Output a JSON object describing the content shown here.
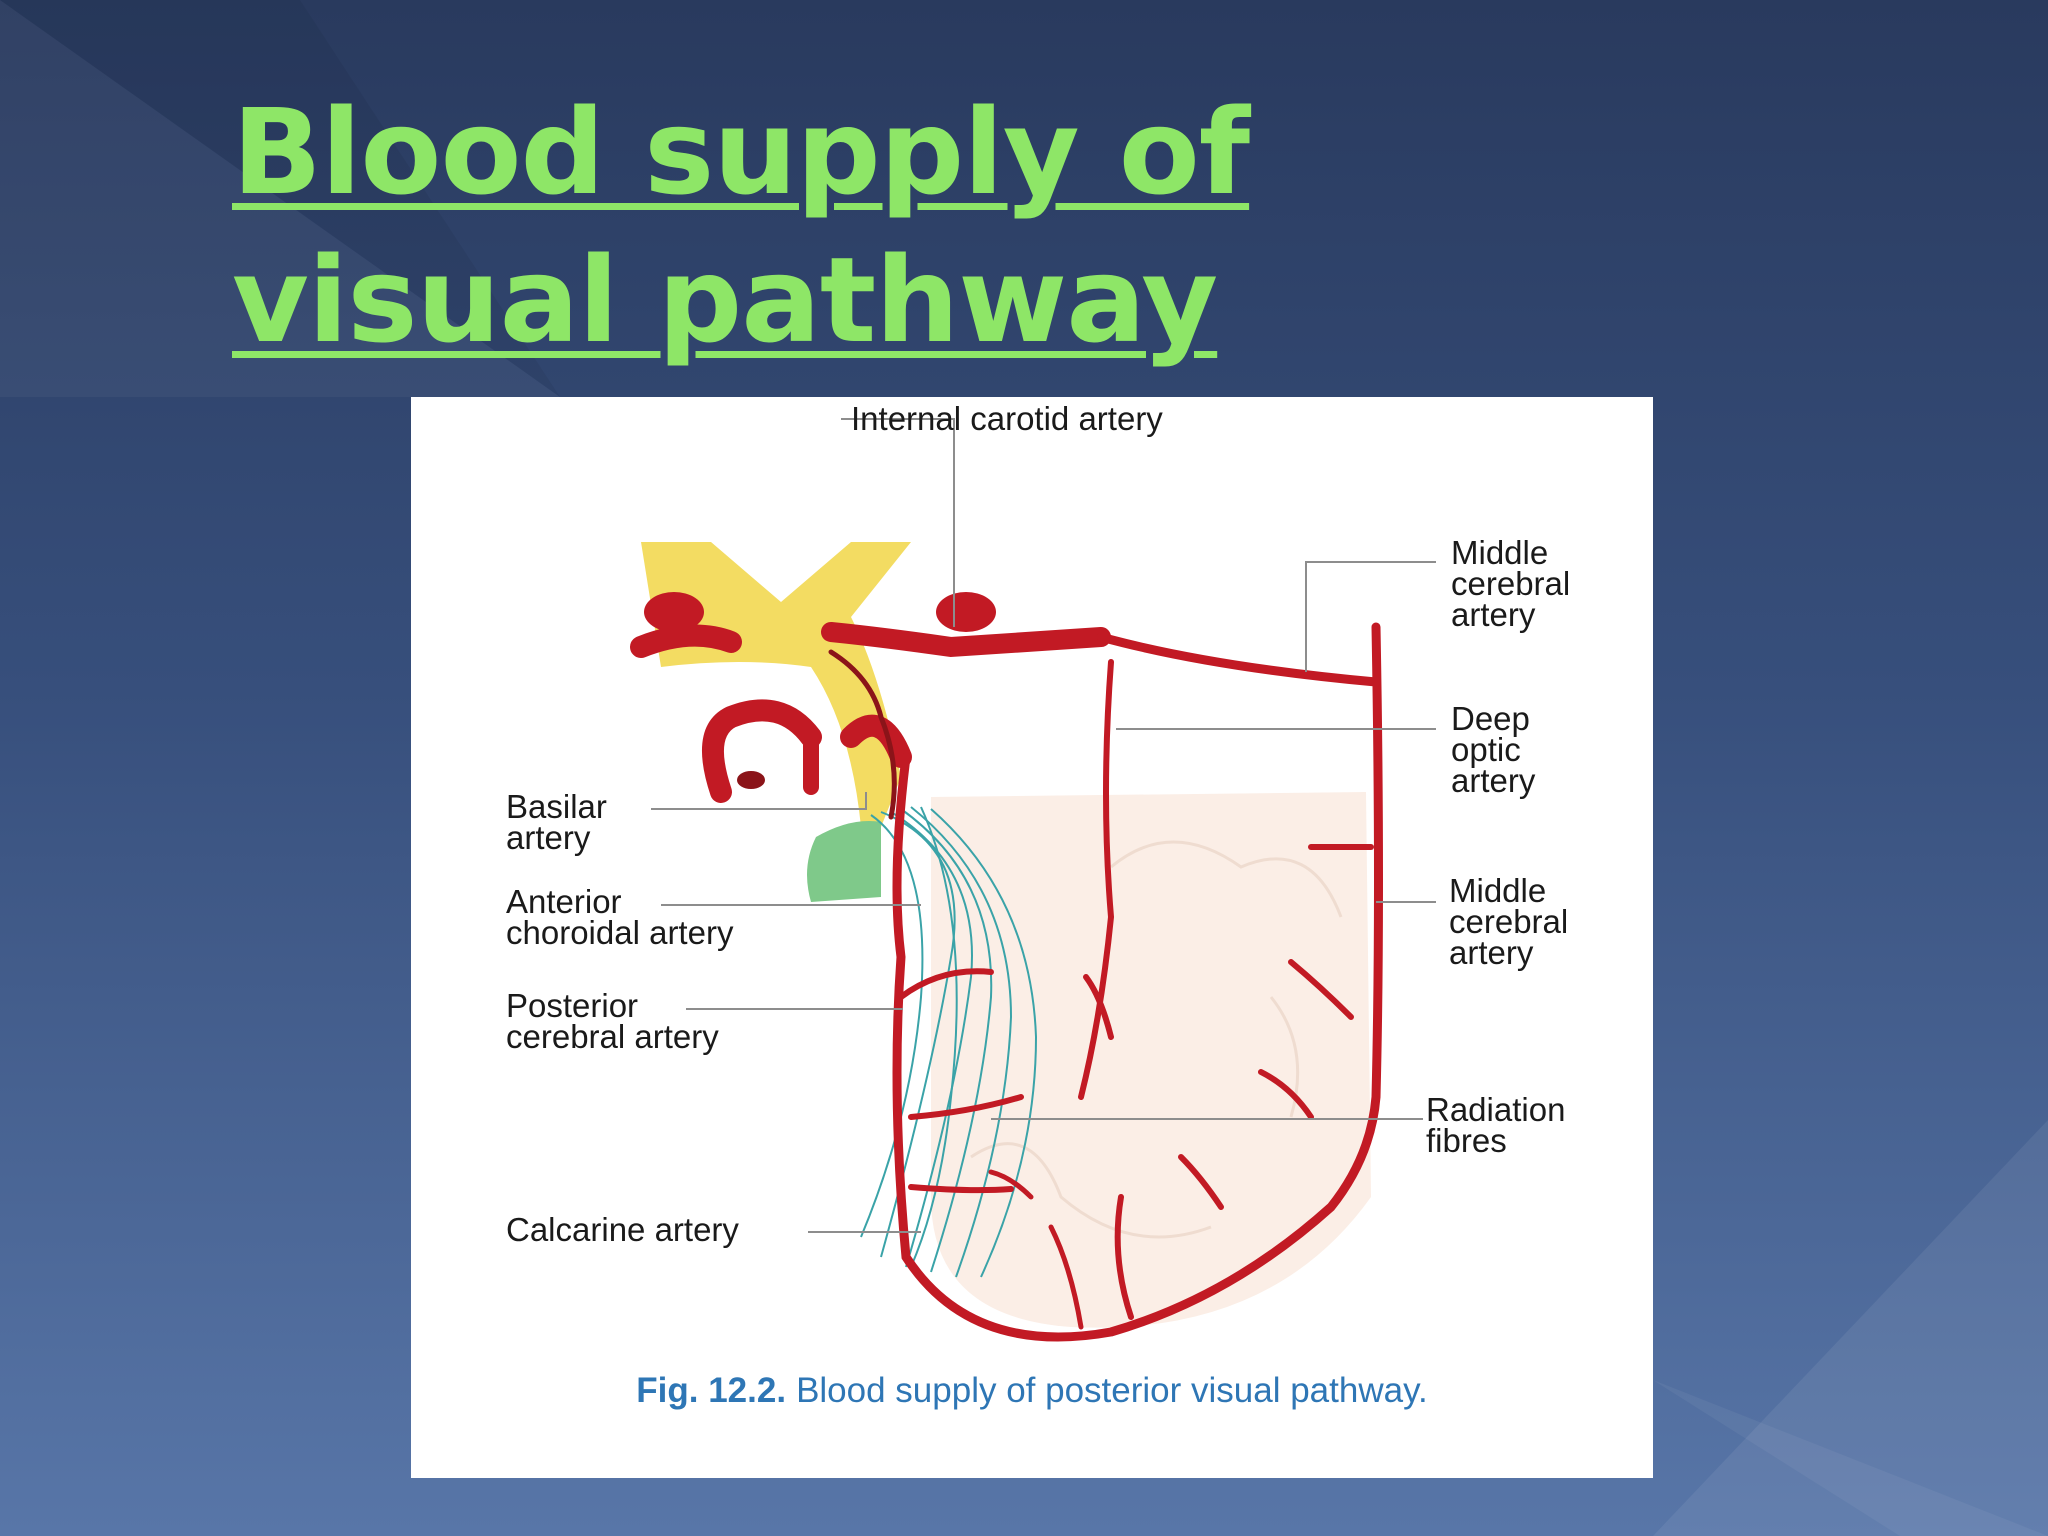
{
  "slide": {
    "title": "Blood supply of visual pathway"
  },
  "figure": {
    "labels": {
      "internal_carotid": "Internal carotid artery",
      "middle_cerebral_upper": [
        "Middle",
        "cerebral",
        "artery"
      ],
      "deep_optic": [
        "Deep",
        "optic",
        "artery"
      ],
      "middle_cerebral_lower": [
        "Middle",
        "cerebral",
        "artery"
      ],
      "radiation_fibres": [
        "Radiation",
        "fibres"
      ],
      "basilar": [
        "Basilar",
        "artery"
      ],
      "anterior_choroidal": [
        "Anterior",
        "choroidal artery"
      ],
      "posterior_cerebral": [
        "Posterior",
        "cerebral artery"
      ],
      "calcarine": "Calcarine artery"
    },
    "caption": {
      "number": "Fig. 12.2.",
      "text": "Blood supply of posterior visual pathway."
    },
    "colors": {
      "artery": "#c21a24",
      "optic_tract": "#f3dc62",
      "lateral_geniculate": "#7fc98a",
      "radiation": "#3aa3a8",
      "cortex": "#fbeee6"
    }
  }
}
